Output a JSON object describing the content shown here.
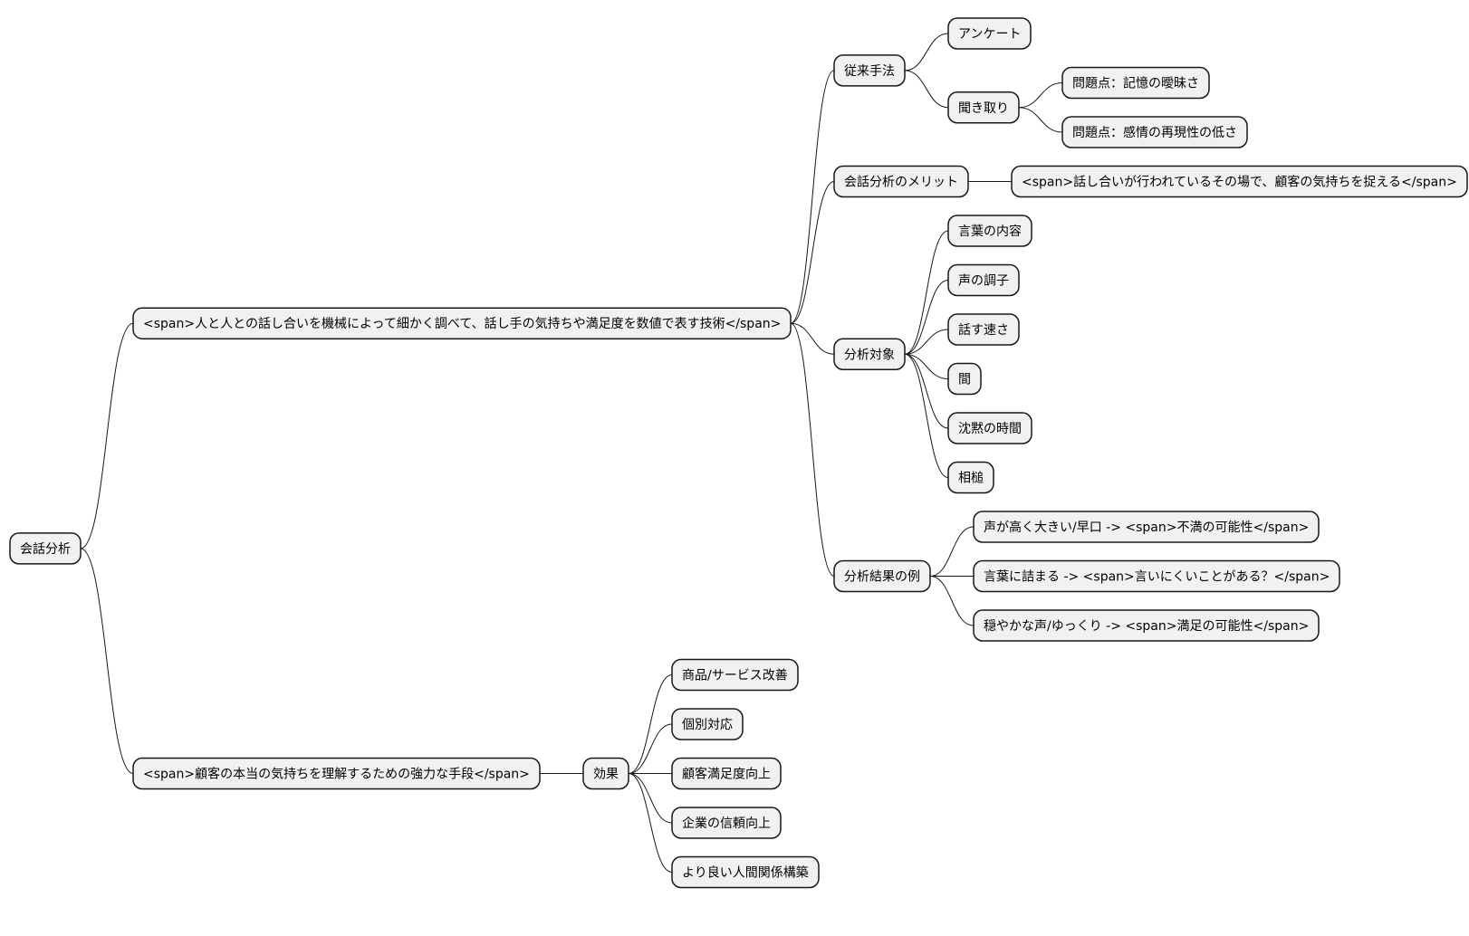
{
  "mindmap": {
    "root": {
      "id": "root",
      "label": "会話分析",
      "children": [
        {
          "id": "definition",
          "label": "<span>人と人との話し合いを機械によって細かく調べて、話し手の気持ちや満足度を数値で表す技術</span>",
          "children": [
            {
              "id": "traditional",
              "label": "従来手法",
              "children": [
                {
                  "id": "survey",
                  "label": "アンケート",
                  "children": []
                },
                {
                  "id": "interview",
                  "label": "聞き取り",
                  "children": [
                    {
                      "id": "problem-memory",
                      "label": "問題点：記憶の曖昧さ",
                      "children": []
                    },
                    {
                      "id": "problem-emotion",
                      "label": "問題点：感情の再現性の低さ",
                      "children": []
                    }
                  ]
                }
              ]
            },
            {
              "id": "merit",
              "label": "会話分析のメリット",
              "children": [
                {
                  "id": "merit-detail",
                  "label": "<span>話し合いが行われているその場で、顧客の気持ちを捉える</span>",
                  "children": []
                }
              ]
            },
            {
              "id": "targets",
              "label": "分析対象",
              "children": [
                {
                  "id": "target-content",
                  "label": "言葉の内容",
                  "children": []
                },
                {
                  "id": "target-tone",
                  "label": "声の調子",
                  "children": []
                },
                {
                  "id": "target-speed",
                  "label": "話す速さ",
                  "children": []
                },
                {
                  "id": "target-pause",
                  "label": "間",
                  "children": []
                },
                {
                  "id": "target-silence",
                  "label": "沈黙の時間",
                  "children": []
                },
                {
                  "id": "target-backchannel",
                  "label": "相槌",
                  "children": []
                }
              ]
            },
            {
              "id": "examples",
              "label": "分析結果の例",
              "children": [
                {
                  "id": "example-dissatisfaction",
                  "label": "声が高く大きい/早口 -> <span>不満の可能性</span>",
                  "children": []
                },
                {
                  "id": "example-hesitation",
                  "label": "言葉に詰まる -> <span>言いにくいことがある？</span>",
                  "children": []
                },
                {
                  "id": "example-satisfaction",
                  "label": "穏やかな声/ゆっくり -> <span>満足の可能性</span>",
                  "children": []
                }
              ]
            }
          ]
        },
        {
          "id": "value",
          "label": "<span>顧客の本当の気持ちを理解するための強力な手段</span>",
          "children": [
            {
              "id": "effects",
              "label": "効果",
              "children": [
                {
                  "id": "effect-product",
                  "label": "商品/サービス改善",
                  "children": []
                },
                {
                  "id": "effect-individual",
                  "label": "個別対応",
                  "children": []
                },
                {
                  "id": "effect-satisfaction",
                  "label": "顧客満足度向上",
                  "children": []
                },
                {
                  "id": "effect-trust",
                  "label": "企業の信頼向上",
                  "children": []
                },
                {
                  "id": "effect-relationship",
                  "label": "より良い人間関係構築",
                  "children": []
                }
              ]
            }
          ]
        }
      ]
    }
  }
}
